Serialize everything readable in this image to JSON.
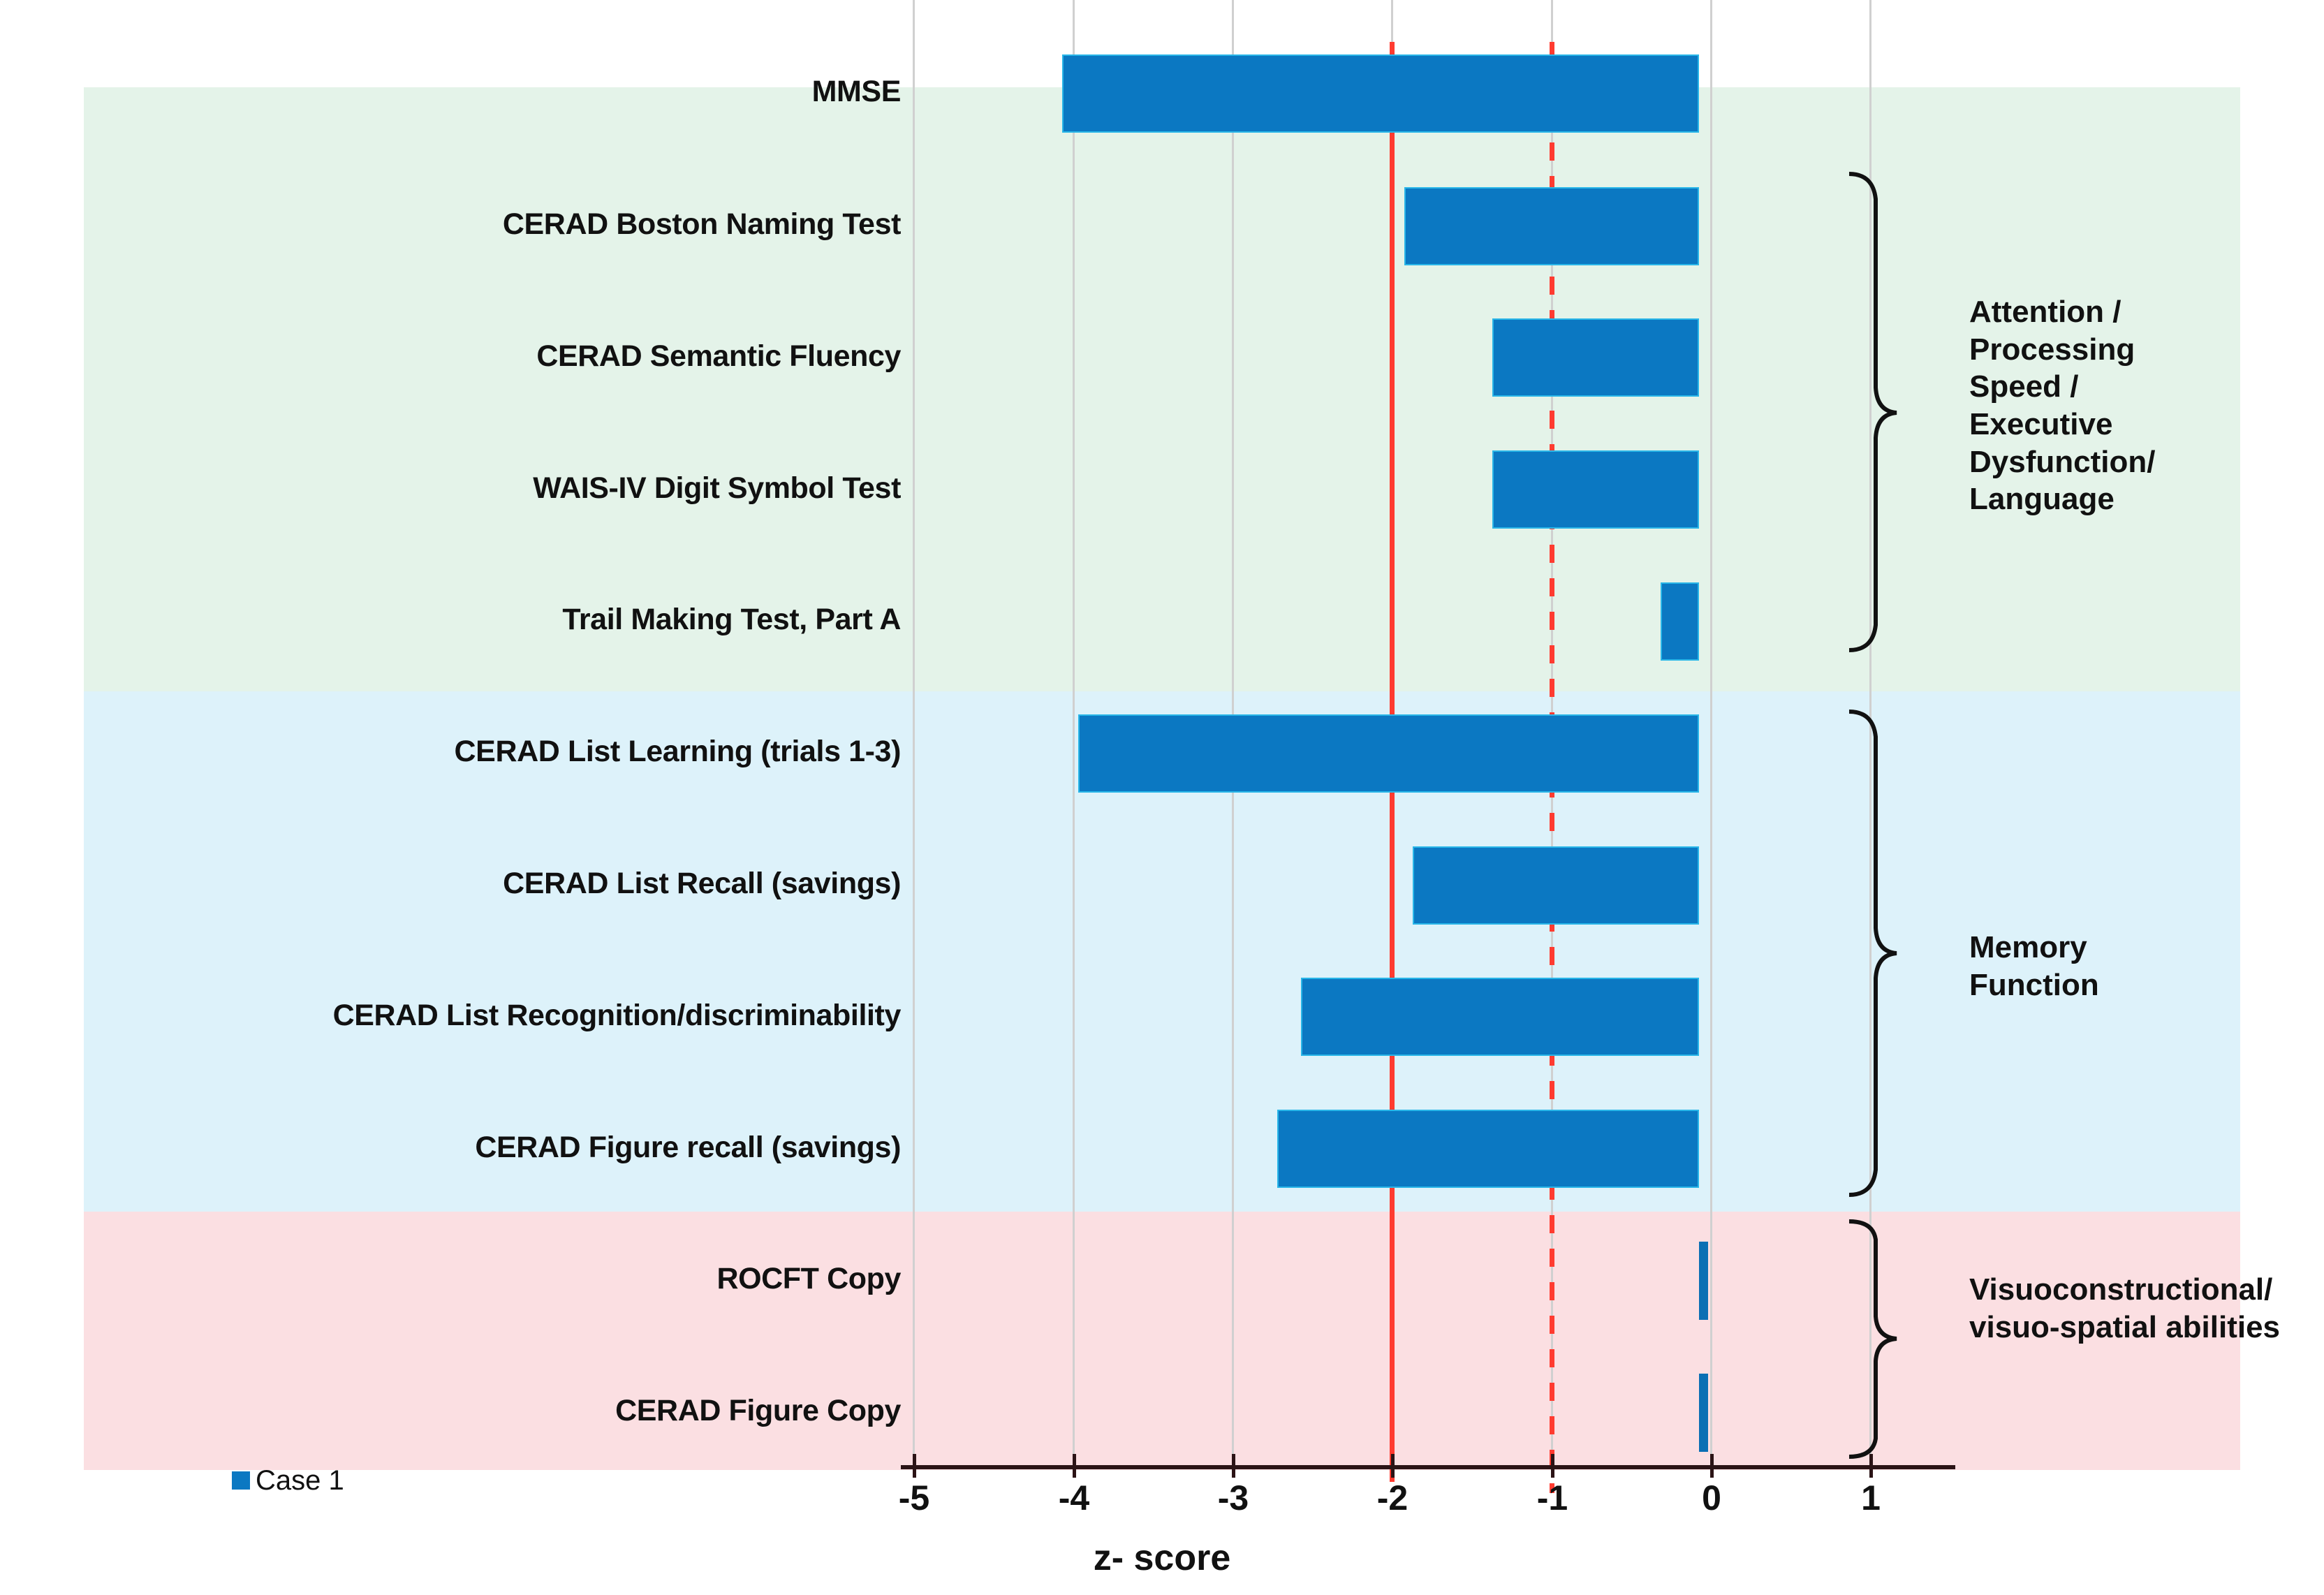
{
  "chart_data": {
    "type": "bar",
    "title": "",
    "xlabel": "z- score",
    "ylabel": "",
    "orientation": "horizontal",
    "xlim": [
      -5.35,
      1.55
    ],
    "xticks": [
      -5,
      -4,
      -3,
      -2,
      -1,
      0,
      1
    ],
    "xticklabels": [
      "-5",
      "-4",
      "-3",
      "-2",
      "-1",
      "0",
      "1"
    ],
    "grid": true,
    "legend": {
      "position": "bottom-left",
      "entries": [
        {
          "name": "Case 1",
          "color": "#0b78c2"
        }
      ]
    },
    "series": [
      {
        "name": "Case 1",
        "color": "#0b78c2",
        "values": [
          -4.0,
          -1.85,
          -1.3,
          -1.3,
          -0.24,
          -3.9,
          -1.8,
          -2.5,
          -2.65,
          0.05,
          0.05
        ]
      }
    ],
    "categories": [
      "MMSE",
      "CERAD Boston Naming Test",
      "CERAD Semantic Fluency",
      "WAIS-IV Digit Symbol Test",
      "Trail Making Test, Part A",
      "CERAD List Learning (trials 1-3)",
      "CERAD List Recall (savings)",
      "CERAD List Recognition/discriminability",
      "CERAD Figure recall (savings)",
      "ROCFT Copy",
      "CERAD Figure Copy"
    ],
    "reference_lines": [
      {
        "value": -2,
        "style": "solid",
        "color": "#ff3b30"
      },
      {
        "value": -1,
        "style": "dashed",
        "color": "#ff3b30"
      }
    ],
    "bands": [
      {
        "label": "Attention / Processing Speed / Executive Dysfunction/ Language",
        "color": "#e4f3e9"
      },
      {
        "label": "Memory Function",
        "color": "#ddf2fa"
      },
      {
        "label": "Visuoconstructional/ visuo-spatial abilities",
        "color": "#fbdfe2"
      }
    ]
  },
  "axis": {
    "title": "z- score",
    "ticks": [
      "-5",
      "-4",
      "-3",
      "-2",
      "-1",
      "0",
      "1"
    ]
  },
  "legend": {
    "label": "Case 1"
  },
  "groups": {
    "attention": "Attention /\nProcessing\nSpeed /\nExecutive\nDysfunction/\nLanguage",
    "memory": "Memory\nFunction",
    "visuo": "Visuoconstructional/\nvisuo-spatial abilities"
  },
  "rows": [
    {
      "label": "MMSE"
    },
    {
      "label": "CERAD Boston Naming Test"
    },
    {
      "label": "CERAD Semantic Fluency"
    },
    {
      "label": "WAIS-IV Digit Symbol Test"
    },
    {
      "label": "Trail Making Test, Part A"
    },
    {
      "label": "CERAD List Learning (trials 1-3)"
    },
    {
      "label": "CERAD List Recall (savings)"
    },
    {
      "label": "CERAD List Recognition/discriminability"
    },
    {
      "label": "CERAD Figure recall (savings)"
    },
    {
      "label": "ROCFT Copy"
    },
    {
      "label": "CERAD Figure Copy"
    }
  ]
}
